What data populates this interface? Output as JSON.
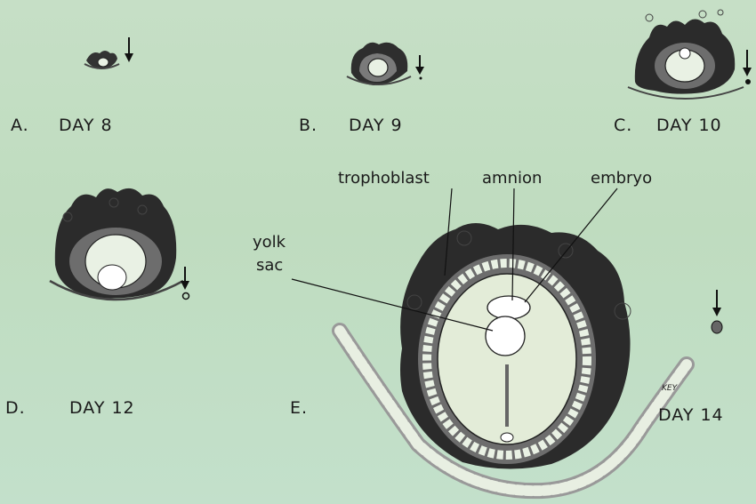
{
  "panels": [
    {
      "letter": "A.",
      "day": "DAY 8"
    },
    {
      "letter": "B.",
      "day": "DAY 9"
    },
    {
      "letter": "C.",
      "day": "DAY 10"
    },
    {
      "letter": "D.",
      "day": "DAY 12"
    },
    {
      "letter": "E.",
      "day": "DAY 14"
    }
  ],
  "labels": {
    "trophoblast": "trophoblast",
    "amnion": "amnion",
    "embryo": "embryo",
    "yolk_line1": "yolk",
    "yolk_line2": "sac",
    "key": "KEY"
  },
  "colors": {
    "background": "#c3dec3",
    "tissue_dark": "#2b2b2b",
    "tissue_mid": "#6d6d6d",
    "cavity": "#e9f1e4"
  }
}
